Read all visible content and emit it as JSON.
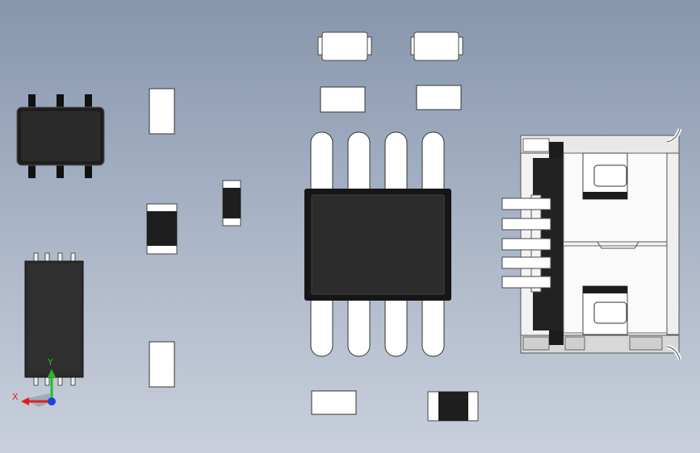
{
  "viewport": {
    "background_top": "#8796ad",
    "background_bottom": "#c9d0dc"
  },
  "triad": {
    "x_label": "X",
    "y_label": "Y",
    "x_color": "#e02020",
    "y_color": "#20c020",
    "z_color": "#2040e0"
  },
  "components": [
    "sot-23-6-package",
    "smd-pad",
    "sop-8-package",
    "so-8-ic",
    "usb-mini-b-connector"
  ]
}
